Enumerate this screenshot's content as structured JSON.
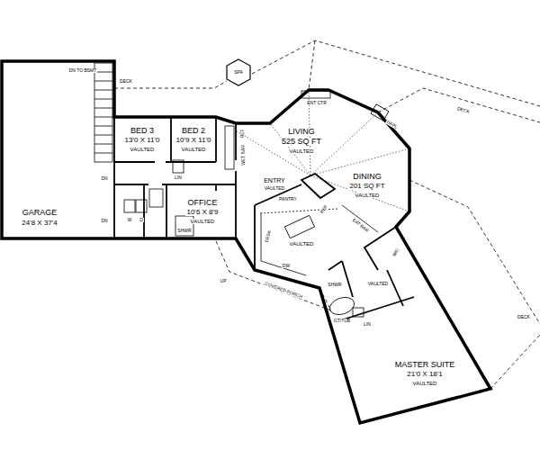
{
  "diagram": {
    "labels": [
      "DN TO BSMT",
      "DECK",
      "SPA",
      "GARAGE",
      "24'8 X 37'4",
      "BED 3",
      "13'0 X 11'0",
      "VAULTED",
      "BED 2",
      "10'9 X 11'0",
      "VAULTED",
      "ENT CTR",
      "GFPL",
      "DECK",
      "LIVING",
      "525 SQ FT",
      "VAULTED",
      "REF",
      "WET BAR",
      "LIN",
      "DINING",
      "201 SQ FT",
      "VAULTED",
      "ENTRY",
      "VAULTED",
      "PANTRY",
      "REF",
      "EAT BAR",
      "DESK",
      "VAULTED",
      "DW",
      "OFFICE",
      "10'6 X 8'9",
      "VAULTED",
      "SHWR",
      "DN",
      "DN",
      "W",
      "D",
      "UP",
      "COVERED PORCH",
      "SHWR",
      "GT/TUB",
      "LIN",
      "VAULTED",
      "WIC",
      "MASTER SUITE",
      "21'0 X 18'1",
      "VAULTED",
      "DECK"
    ]
  }
}
